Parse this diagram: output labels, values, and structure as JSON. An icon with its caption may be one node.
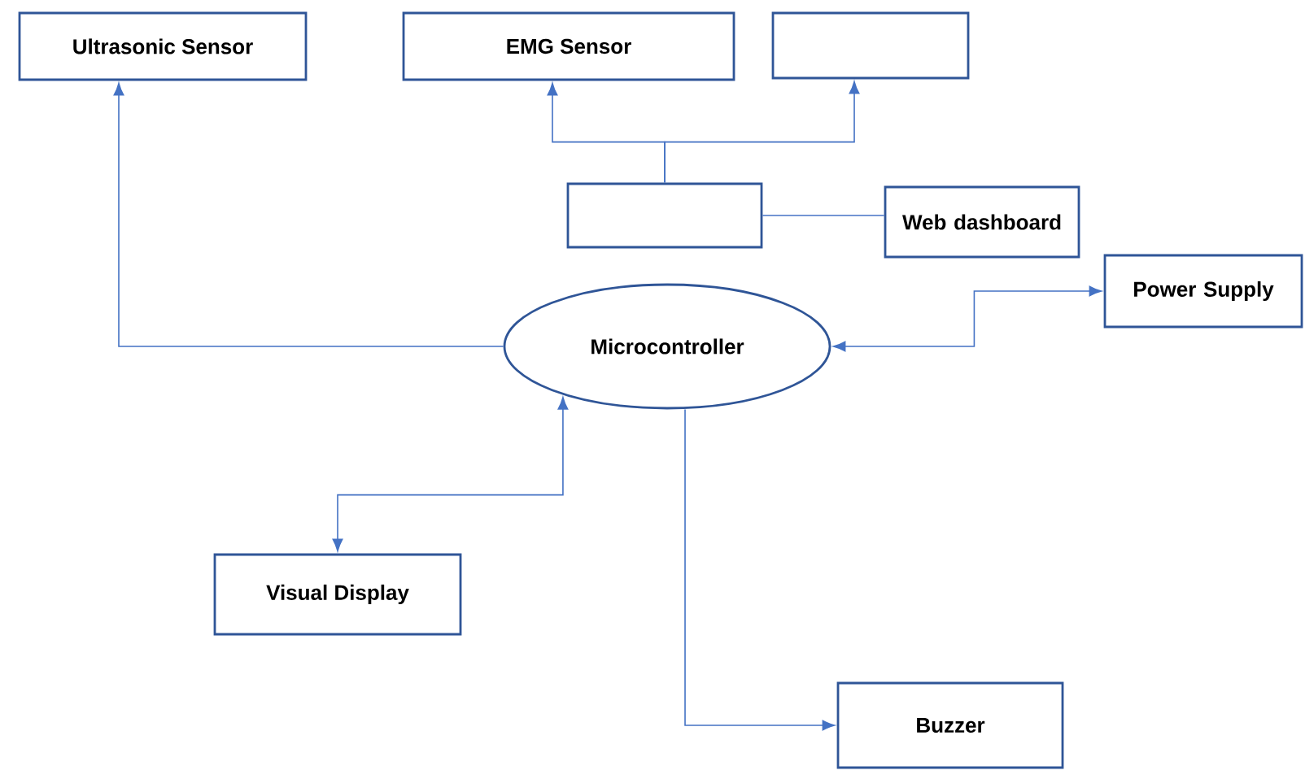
{
  "diagram": {
    "nodes": [
      {
        "text": [
          "Ultrasonic Sensor"
        ]
      },
      {
        "text": [
          "EMG Sensor"
        ]
      },
      {
        "text": [],
        "shape": "box"
      },
      {
        "text": [],
        "shape": "box"
      },
      {
        "text": [
          "Web dashboard"
        ]
      },
      {
        "text": [
          "Power Supply"
        ]
      },
      {
        "text": [
          "Microcontroller"
        ]
      },
      {
        "text": [
          "Visual Display"
        ]
      },
      {
        "text": [
          "Buzzer"
        ]
      }
    ],
    "edges": [
      {
        "from": 6,
        "to": 0,
        "arrow": "to"
      },
      {
        "from": 3,
        "to": 1,
        "arrow": "to"
      },
      {
        "from": 3,
        "to": 2,
        "arrow": "to"
      },
      {
        "from": 3,
        "to": 4,
        "arrow": "none"
      },
      {
        "from": 6,
        "to": 5,
        "arrow": "both"
      },
      {
        "from": 6,
        "to": 7,
        "arrow": "both"
      },
      {
        "from": 6,
        "to": 8,
        "arrow": "to"
      }
    ]
  }
}
